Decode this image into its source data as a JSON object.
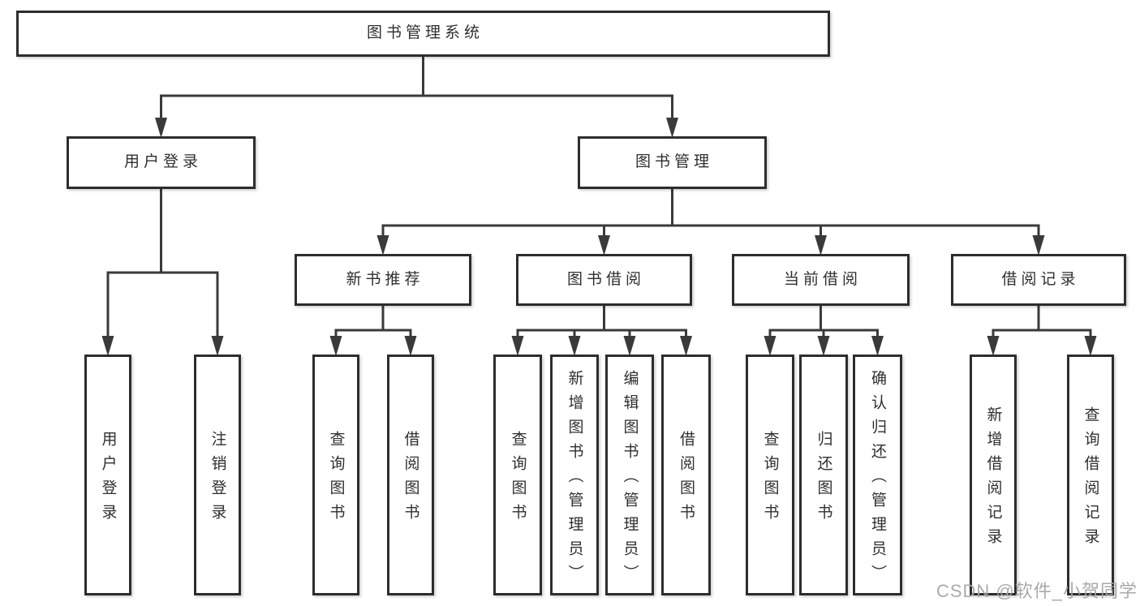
{
  "diagram": {
    "title": "图书管理系统",
    "watermark": "CSDN @软件_小贺同学",
    "colors": {
      "background": "#ffffff",
      "box_bg": "#ffffff",
      "border": "#2d2d2d",
      "line": "#3a3a3a",
      "text": "#2f2f2f",
      "watermark": "#a5a5a5"
    },
    "nodes": [
      {
        "id": "root",
        "label": "图书管理系统",
        "level": 1
      },
      {
        "id": "user-login",
        "label": "用户登录",
        "level": 2
      },
      {
        "id": "book-mgmt",
        "label": "图书管理",
        "level": 2
      },
      {
        "id": "new-book-rec",
        "label": "新书推荐",
        "level": 3
      },
      {
        "id": "book-borrow",
        "label": "图书借阅",
        "level": 3
      },
      {
        "id": "current-borrow",
        "label": "当前借阅",
        "level": 3
      },
      {
        "id": "borrow-records",
        "label": "借阅记录",
        "level": 3
      },
      {
        "id": "leaf-user-login",
        "label": "用户登录",
        "level": 4
      },
      {
        "id": "leaf-logout",
        "label": "注销登录",
        "level": 4
      },
      {
        "id": "leaf-query-book-1",
        "label": "查询图书",
        "level": 4
      },
      {
        "id": "leaf-borrow-book-1",
        "label": "借阅图书",
        "level": 4
      },
      {
        "id": "leaf-query-book-2",
        "label": "查询图书",
        "level": 4
      },
      {
        "id": "leaf-add-book",
        "label": "新增图书（管理员）",
        "level": 4
      },
      {
        "id": "leaf-edit-book",
        "label": "编辑图书（管理员）",
        "level": 4
      },
      {
        "id": "leaf-borrow-book-2",
        "label": "借阅图书",
        "level": 4
      },
      {
        "id": "leaf-query-book-3",
        "label": "查询图书",
        "level": 4
      },
      {
        "id": "leaf-return-book",
        "label": "归还图书",
        "level": 4
      },
      {
        "id": "leaf-confirm-return",
        "label": "确认归还（管理员）",
        "level": 4
      },
      {
        "id": "leaf-add-borrow-record",
        "label": "新增借阅记录",
        "level": 4
      },
      {
        "id": "leaf-query-borrow-record",
        "label": "查询借阅记录",
        "level": 4
      }
    ],
    "edges": [
      {
        "from": "root",
        "to": [
          "user-login",
          "book-mgmt"
        ]
      },
      {
        "from": "user-login",
        "to": [
          "leaf-user-login",
          "leaf-logout"
        ]
      },
      {
        "from": "book-mgmt",
        "to": [
          "new-book-rec",
          "book-borrow",
          "current-borrow",
          "borrow-records"
        ]
      },
      {
        "from": "new-book-rec",
        "to": [
          "leaf-query-book-1",
          "leaf-borrow-book-1"
        ]
      },
      {
        "from": "book-borrow",
        "to": [
          "leaf-query-book-2",
          "leaf-add-book",
          "leaf-edit-book",
          "leaf-borrow-book-2"
        ]
      },
      {
        "from": "current-borrow",
        "to": [
          "leaf-query-book-3",
          "leaf-return-book",
          "leaf-confirm-return"
        ]
      },
      {
        "from": "borrow-records",
        "to": [
          "leaf-add-borrow-record",
          "leaf-query-borrow-record"
        ]
      }
    ]
  }
}
